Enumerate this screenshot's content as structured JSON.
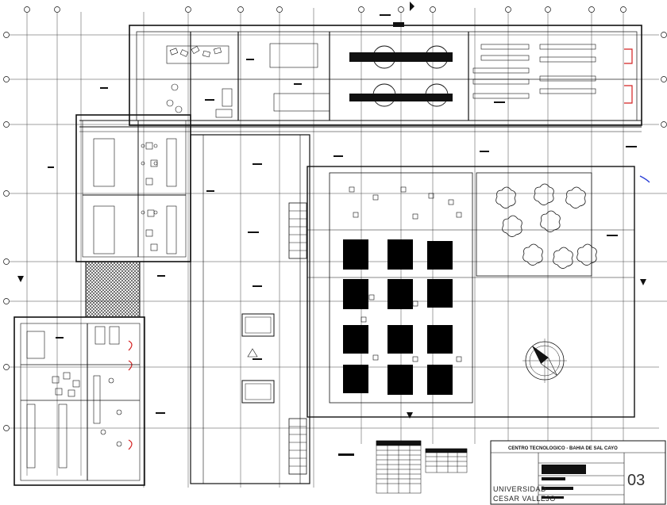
{
  "drawing": {
    "project_title": "CENTRO TECNOLOGICO - BAHIA DE SAL CAYO",
    "university_line1": "UNIVERSIDAD",
    "university_line2": "CESAR VALLEJO",
    "sheet_number": "03"
  },
  "colors": {
    "lines": "#111111",
    "hatch": "#333333",
    "accent_red": "#d42020",
    "accent_blue": "#2a3fd6",
    "fill_black": "#000000"
  },
  "icons": [
    "north-arrow-icon",
    "section-marker-icon"
  ]
}
